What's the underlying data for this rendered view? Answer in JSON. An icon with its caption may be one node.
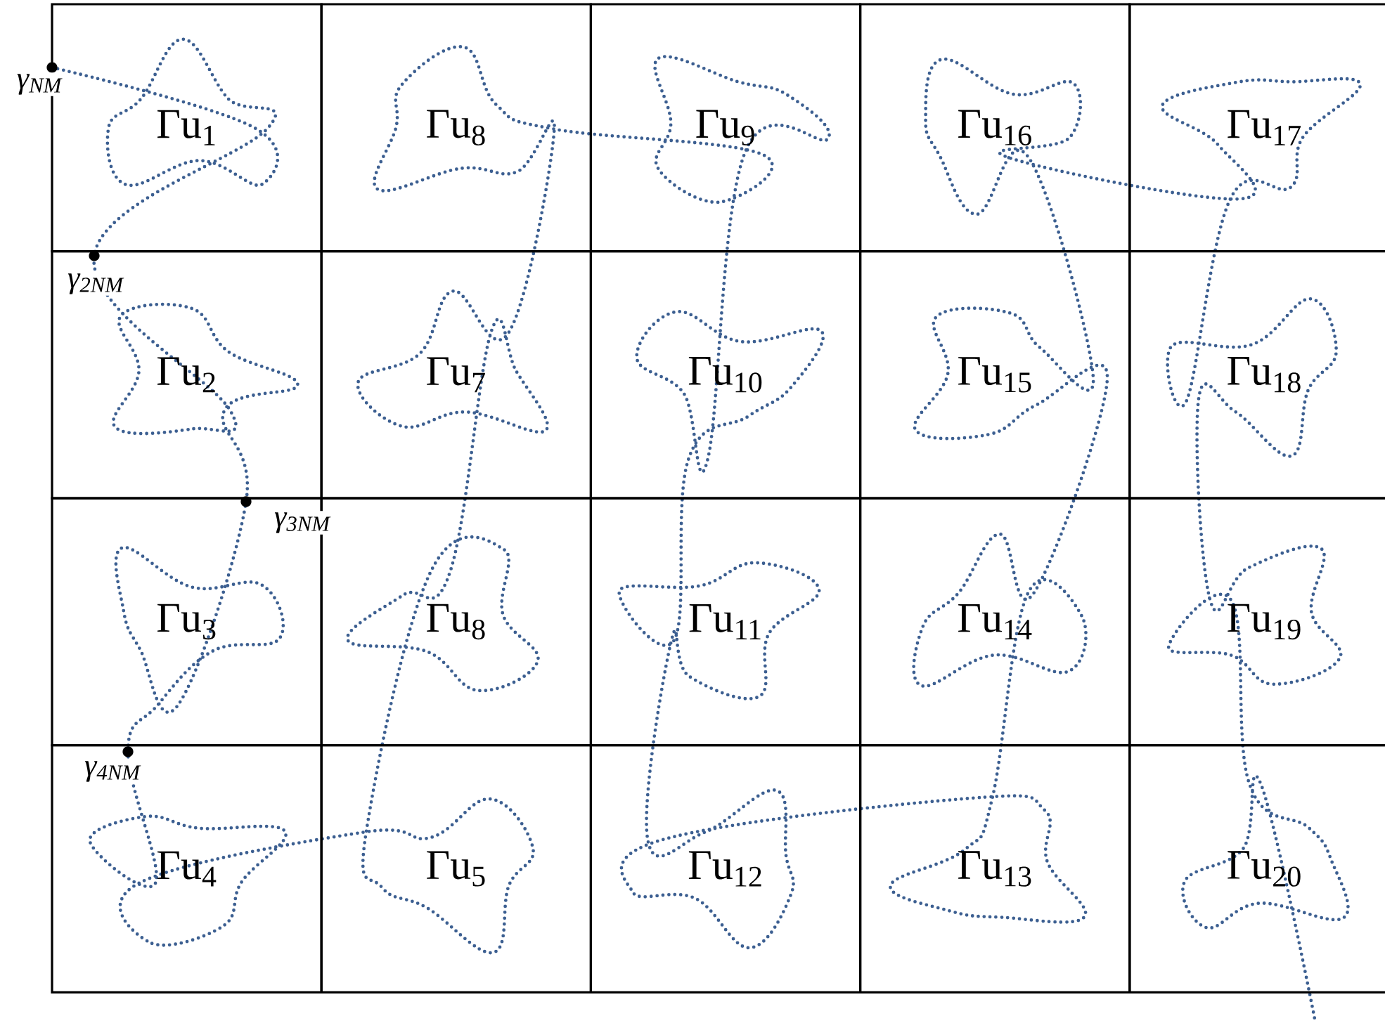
{
  "diagram": {
    "nodes": [
      {
        "text": [
          "Γu$_{1}$"
        ]
      },
      {
        "text": [
          "Γu$_{8}$"
        ]
      },
      {
        "text": [
          "Γu$_{9}$"
        ]
      },
      {
        "text": [
          "Γu$_{16}$"
        ]
      },
      {
        "text": [
          "Γu$_{17}$"
        ]
      },
      {
        "text": [
          "Γu$_{2}$"
        ]
      },
      {
        "text": [
          "Γu$_{7}$"
        ]
      },
      {
        "text": [
          "Γu$_{10}$"
        ]
      },
      {
        "text": [
          "Γu$_{15}$"
        ]
      },
      {
        "text": [
          "Γu$_{18}$"
        ]
      },
      {
        "text": [
          "Γu$_{3}$"
        ]
      },
      {
        "text": [
          "Γu$_{8}$"
        ]
      },
      {
        "text": [
          "Γu$_{11}$"
        ]
      },
      {
        "text": [
          "Γu$_{14}$"
        ]
      },
      {
        "text": [
          "Γu$_{19}$"
        ]
      },
      {
        "text": [
          "Γu$_{4}$"
        ]
      },
      {
        "text": [
          "Γu$_{5}$"
        ]
      },
      {
        "text": [
          "Γu$_{12}$"
        ]
      },
      {
        "text": [
          "Γu$_{13}$"
        ]
      },
      {
        "text": [
          "Γu$_{20}$"
        ]
      }
    ],
    "labels": [
      "γ$_{NM}$",
      "γ$_{2NM}$",
      "γ$_{3NM}$",
      "γ$_{4NM}$"
    ]
  }
}
